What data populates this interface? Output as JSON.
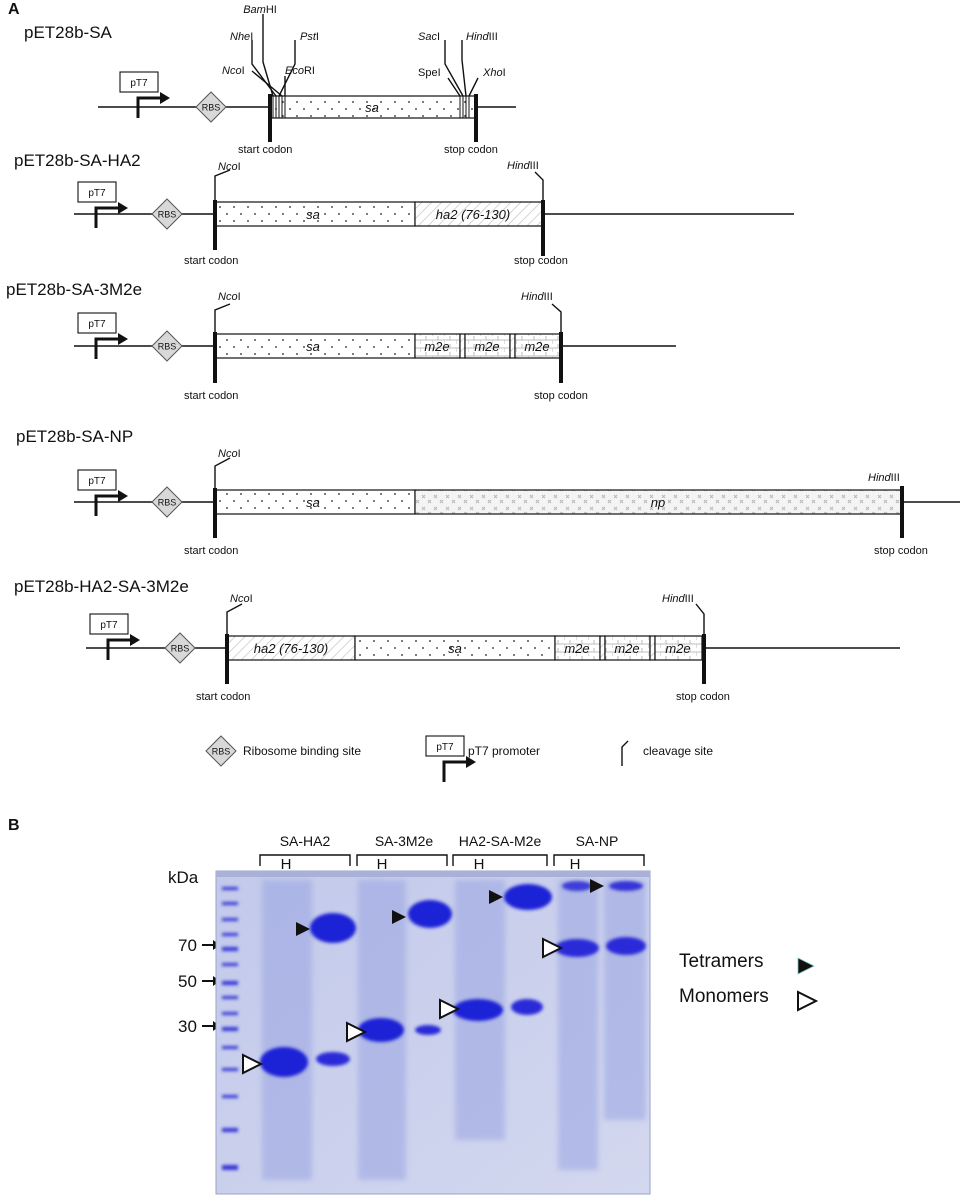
{
  "panels": {
    "a_label": "A",
    "b_label": "B"
  },
  "constructs": [
    {
      "name": "pET28b-SA"
    },
    {
      "name": "pET28b-SA-HA2"
    },
    {
      "name": "pET28b-SA-3M2e"
    },
    {
      "name": "pET28b-SA-NP"
    },
    {
      "name": "pET28b-HA2-SA-3M2e"
    }
  ],
  "sites": {
    "sa_top": {
      "bam_it": "Bam",
      "bam_rest": "HI",
      "nhe_it": "Nhe",
      "nhe_rest": "I",
      "pst_it": "Pst",
      "pst_rest": "I",
      "nco_it": "Nco",
      "nco_rest": "I",
      "eco_it": "Eco",
      "eco_rest": "RI",
      "sac_it": "Sac",
      "sac_rest": "I",
      "hind_it": "Hind",
      "hind_rest": "III",
      "spe": "SpeI",
      "xho_it": "Xho",
      "xho_rest": "I"
    },
    "nco_it": "Nco",
    "nco_rest": "I",
    "hind_it": "Hind",
    "hind_rest": "III"
  },
  "labels": {
    "promoter_box": "pT7",
    "rbs": "RBS",
    "start_codon": "start codon",
    "stop_codon": "stop codon",
    "sa": "sa",
    "ha2": "ha2 (76-130)",
    "m2e": "m2e",
    "np": "np"
  },
  "legend": {
    "rbs_text": "Ribosome binding site",
    "promoter_text": "pT7 promoter",
    "cleavage_text": "cleavage site"
  },
  "gel": {
    "kda": "kDa",
    "markers": [
      "70",
      "50",
      "30"
    ],
    "groups": [
      "SA-HA2",
      "SA-3M2e",
      "HA2-SA-M2e",
      "SA-NP"
    ],
    "lane_mark": "H",
    "tetramers": "Tetramers",
    "monomers": "Monomers",
    "colors": {
      "stain": "#2a2ad8",
      "background": "#c9d0ec"
    }
  }
}
